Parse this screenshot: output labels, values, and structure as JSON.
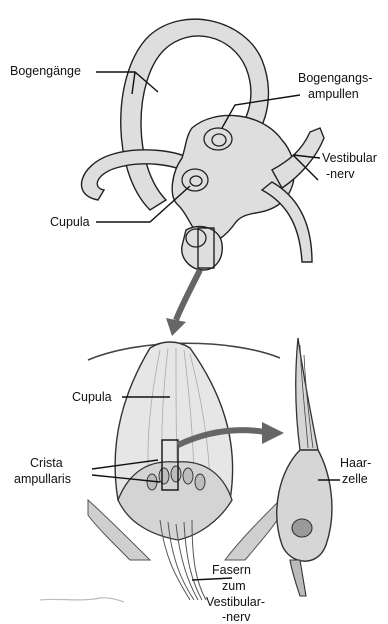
{
  "labels": {
    "bogengaenge": "Bogengänge",
    "ampullen_1": "Bogengangs-",
    "ampullen_2": "ampullen",
    "vestibular_top_1": "Vestibular",
    "vestibular_top_2": "-nerv",
    "cupula_top": "Cupula",
    "cupula_detail": "Cupula",
    "crista_1": "Crista",
    "crista_2": "ampullaris",
    "haar_1": "Haar-",
    "haar_2": "zelle",
    "fasern_1": "Fasern",
    "fasern_2": "zum",
    "fasern_3": "Vestibular-",
    "fasern_4": "-nerv"
  },
  "colors": {
    "line": "#222222",
    "organ_fill": "#dcdcdc",
    "organ_light": "#ececec",
    "arrow": "#666666"
  }
}
